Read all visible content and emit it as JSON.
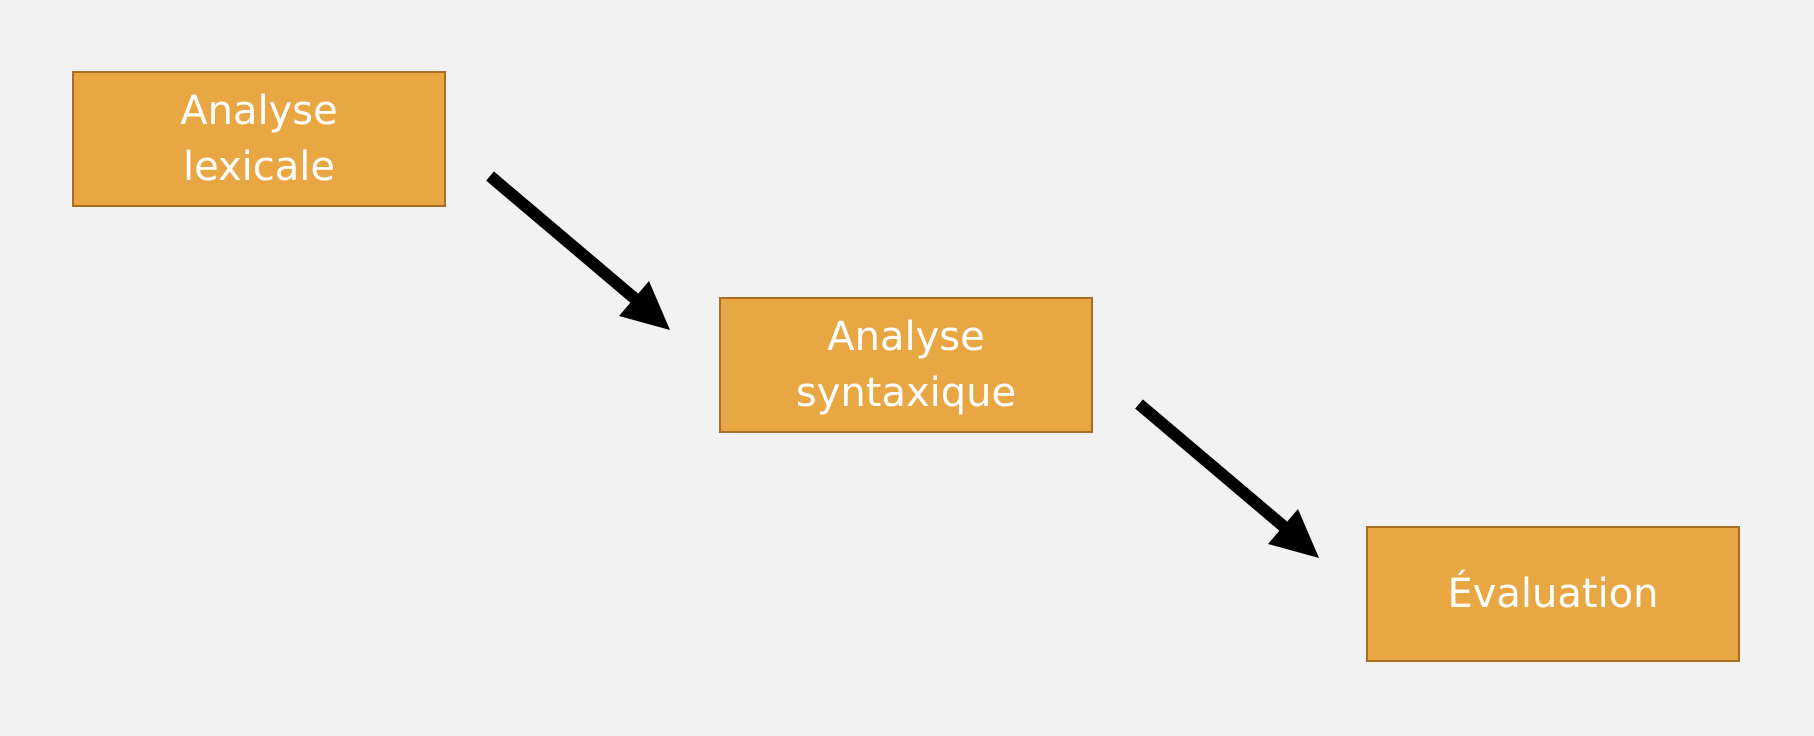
{
  "diagram": {
    "type": "flowchart",
    "boxes": [
      {
        "id": "box1",
        "label": "Analyse lexicale"
      },
      {
        "id": "box2",
        "label": "Analyse syntaxique"
      },
      {
        "id": "box3",
        "label": "Évaluation"
      }
    ],
    "arrows": [
      {
        "from": "box1",
        "to": "box2"
      },
      {
        "from": "box2",
        "to": "box3"
      }
    ],
    "colors": {
      "background": "#f2f2f2",
      "box_fill": "#e9a743",
      "box_border": "#a86f24",
      "box_text": "#ffffff",
      "arrow": "#000000"
    }
  }
}
